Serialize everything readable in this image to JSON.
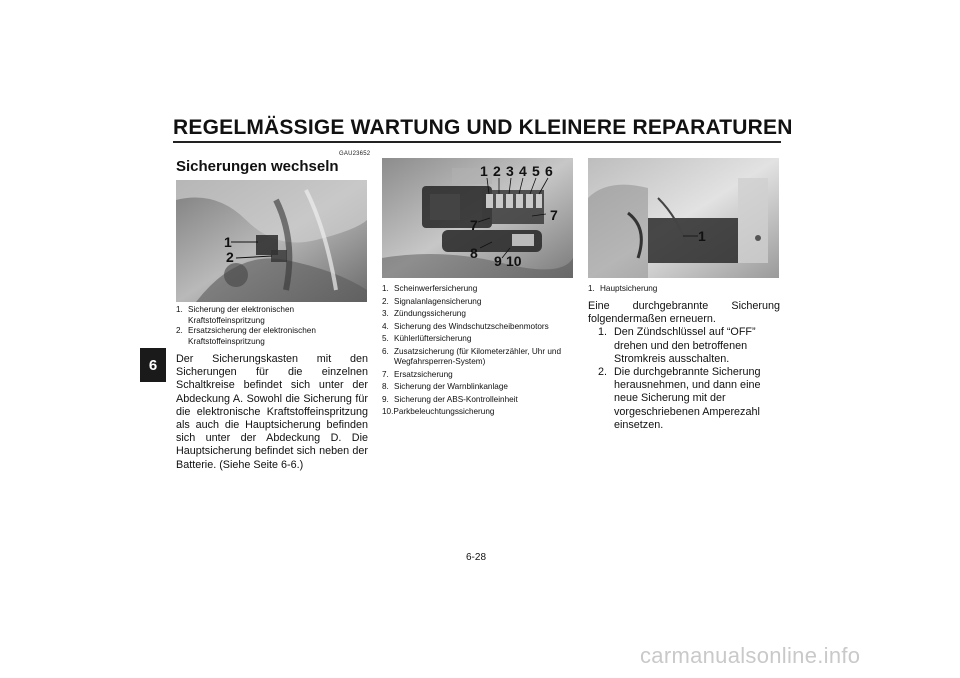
{
  "header": {
    "title": "REGELMÄSSIGE WARTUNG UND KLEINERE REPARATUREN"
  },
  "chapter_tab": "6",
  "section": {
    "code": "GAU23652",
    "title": "Sicherungen wechseln"
  },
  "figure1": {
    "callouts": [
      "1",
      "2"
    ],
    "captions": [
      {
        "n": "1.",
        "text": "Sicherung der elektronischen Kraftstoffeinspritzung"
      },
      {
        "n": "2.",
        "text": "Ersatzsicherung der elektronischen Kraftstoffeinspritzung"
      }
    ]
  },
  "left_body": "Der Sicherungskasten mit den Sicherungen für die einzelnen Schaltkreise befindet sich unter der Abdeckung A. Sowohl die Sicherung für die elektronische Kraftstoffeinspritzung als auch die Hauptsicherung befinden sich unter der Abdeckung D. Die Hauptsicherung befindet sich neben der Batterie. (Siehe Seite 6-6.)",
  "figure2": {
    "callouts": [
      "1",
      "2",
      "3",
      "4",
      "5",
      "6",
      "7",
      "7",
      "8",
      "9",
      "10"
    ],
    "captions": [
      {
        "n": "1.",
        "text": "Scheinwerfersicherung"
      },
      {
        "n": "2.",
        "text": "Signalanlagensicherung"
      },
      {
        "n": "3.",
        "text": "Zündungssicherung"
      },
      {
        "n": "4.",
        "text": "Sicherung des Windschutzscheibenmotors"
      },
      {
        "n": "5.",
        "text": "Kühlerlüftersicherung"
      },
      {
        "n": "6.",
        "text": "Zusatzsicherung (für Kilometerzähler, Uhr und Wegfahrsperren-System)"
      },
      {
        "n": "7.",
        "text": "Ersatzsicherung"
      },
      {
        "n": "8.",
        "text": "Sicherung der Warnblinkanlage"
      },
      {
        "n": "9.",
        "text": "Sicherung der ABS-Kontrolleinheit"
      },
      {
        "n": "10.",
        "text": "Parkbeleuchtungssicherung"
      }
    ]
  },
  "figure3": {
    "callouts": [
      "1"
    ],
    "captions": [
      {
        "n": "1.",
        "text": "Hauptsicherung"
      }
    ]
  },
  "right_body": {
    "intro": "Eine durchgebrannte Sicherung folgendermaßen erneuern.",
    "steps": [
      {
        "n": "1.",
        "text": "Den Zündschlüssel auf “OFF” drehen und den betroffenen Stromkreis ausschalten."
      },
      {
        "n": "2.",
        "text": "Die durchgebrannte Sicherung herausnehmen, und dann eine neue Sicherung mit der vorgeschriebenen Amperezahl einsetzen."
      }
    ]
  },
  "footer": {
    "page_number": "6-28"
  },
  "watermark": "carmanualsonline.info"
}
